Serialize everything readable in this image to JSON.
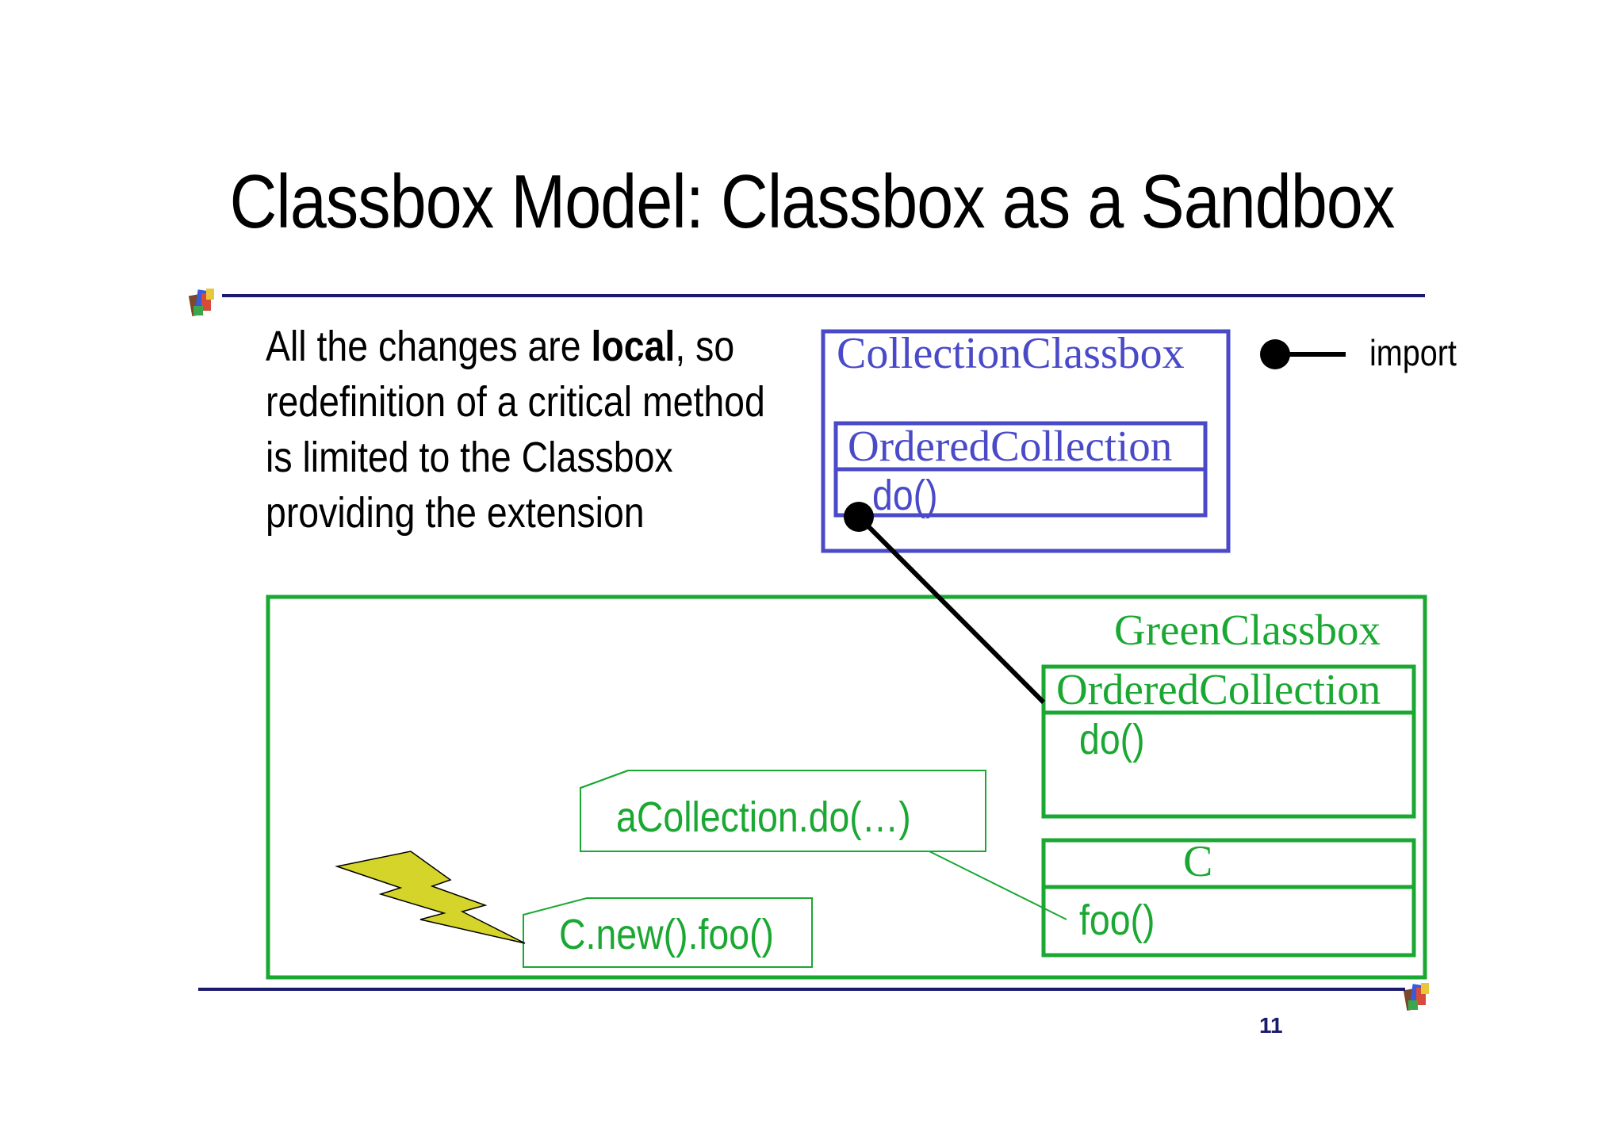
{
  "slide": {
    "title": "Classbox Model: Classbox as a Sandbox",
    "body": {
      "part1": "All the changes are ",
      "bold": "local",
      "part2": ", so",
      "line2": "redefinition of a critical method",
      "line3": "is limited to the Classbox",
      "line4": "providing the extension"
    },
    "legend_label": "import",
    "page_number": "11"
  },
  "diagram": {
    "collection_classbox": {
      "name": "CollectionClassbox",
      "class_name": "OrderedCollection",
      "method": "do()"
    },
    "green_classbox": {
      "name": "GreenClassbox",
      "class1_name": "OrderedCollection",
      "class1_method": "do()",
      "class2_name": "C",
      "class2_method": "foo()",
      "note1": "aCollection.do(…)",
      "note2": "C.new().foo()"
    }
  },
  "colors": {
    "blue": "#4a4ac8",
    "green": "#1aa832",
    "rule": "#1a1a6e",
    "lightning": "#d4d42a"
  }
}
